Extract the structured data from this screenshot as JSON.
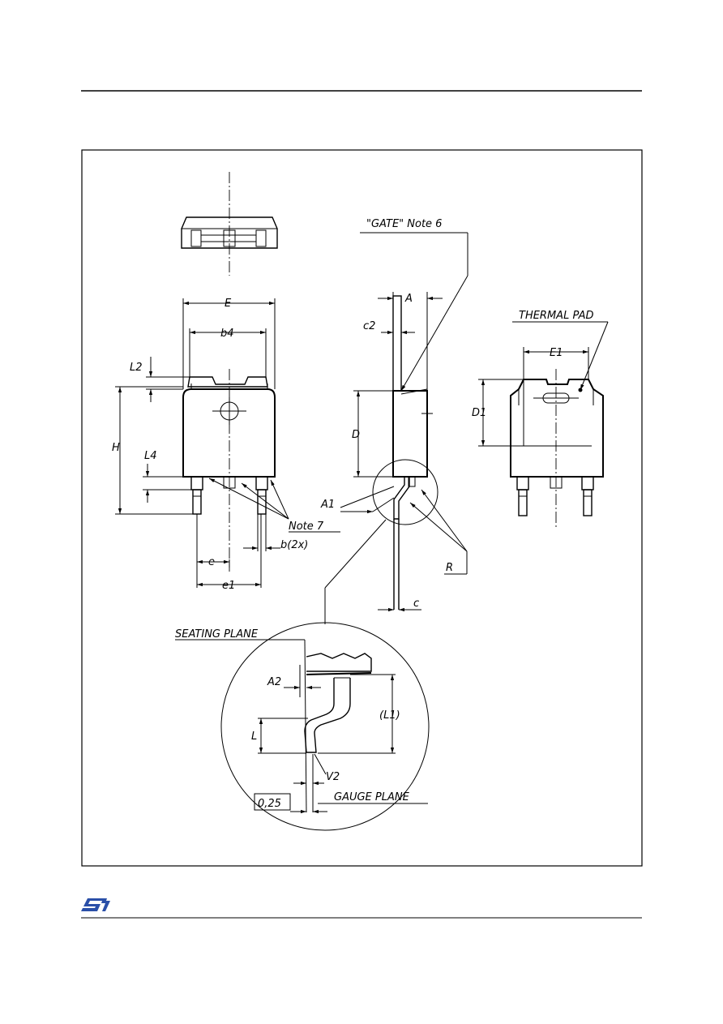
{
  "labels": {
    "gate_note": "\"GATE\"  Note  6",
    "thermal_pad": "THERMAL  PAD",
    "E": "E",
    "b4": "b4",
    "L2": "L2",
    "H": "H",
    "L4": "L4",
    "note7": "Note  7",
    "b2x": "b(2x)",
    "e": "e",
    "e1": "e1",
    "A": "A",
    "c2": "c2",
    "D": "D",
    "A1": "A1",
    "R": "R",
    "c": "c",
    "E1": "E1",
    "D1": "D1",
    "seating_plane": "SEATING  PLANE",
    "A2": "A2",
    "L1": "(L1)",
    "L": "L",
    "V2": "V2",
    "gauge_value": "0,25",
    "gauge_plane": "GAUGE  PLANE"
  },
  "logo": {
    "text": "ST",
    "color": "#2a4fa8"
  }
}
